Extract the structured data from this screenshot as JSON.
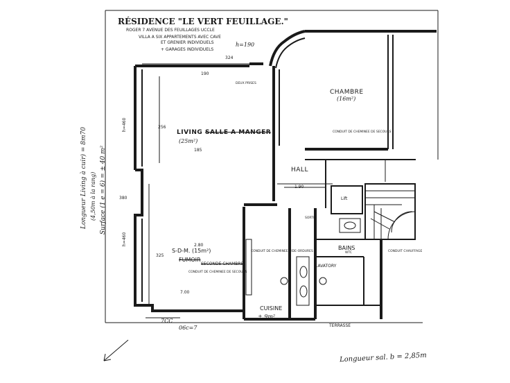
{
  "header": {
    "title": "RÉSIDENCE \"LE VERT FEUILLAGE.\"",
    "address": "ROGER 7 AVENUE DES FEUILLAGES UCCLE",
    "line1": "VILLA A SIX APPARTEMENTS AVEC CAVE",
    "line2": "ET GRENIER INDIVIDUELS",
    "line3": "+ GARAGES INDIVIDUELS",
    "height_note": "h=190"
  },
  "rooms": {
    "living": "LIVING",
    "salle_a_manger": "SALLE A MANGER",
    "living_area": "(25m²)",
    "chambre": "CHAMBRE",
    "chambre_area": "(16m²)",
    "hall": "HALL",
    "sdm": "S-D-M. (15m²)",
    "fumoir": "FUMOIR",
    "seconde_chambre": "SECONDE CHAMBRE",
    "bains": "BAINS",
    "lavatory": "LAVATORY",
    "cuisine": "CUISINE",
    "cuisine_area": "± 9m²",
    "terrasse": "TERRASSE",
    "lift": "Lift"
  },
  "annotations": {
    "dim_top": "324",
    "dim_left_a": "h=460",
    "dim_left_b": "h=460",
    "dim_256": "256",
    "dim_185": "185",
    "dim_190": "190",
    "dim_380": "380",
    "dim_190b": "1.90",
    "dim_325": "325",
    "dim_280": "2.80",
    "dim_700": "7.00",
    "dim_bottom": "7CC",
    "dim_bottom2": "06c=7",
    "conduit_1": "CONDUIT DE CHEMINEE DE SECOURS",
    "conduit_2": "CONDUIT DE CHEMINEE DE SECOURS",
    "conduit_3": "CONDUIT CHAUFFAGE",
    "conduit_4": "CONDUIT DE CHEMINEE VIDE-ORDURES",
    "note_a": "DEUX PRISES",
    "note_b": "WTC",
    "note_c": "SORTIE"
  },
  "margin_notes": {
    "left_1": "Longueur Living à cuir) = 8m70",
    "left_2": "(4,50m à la rang)",
    "left_3": "Surface (1 e = 6) = ± 40 m²",
    "bottom_right": "Longueur sal. b = 2,85m"
  }
}
